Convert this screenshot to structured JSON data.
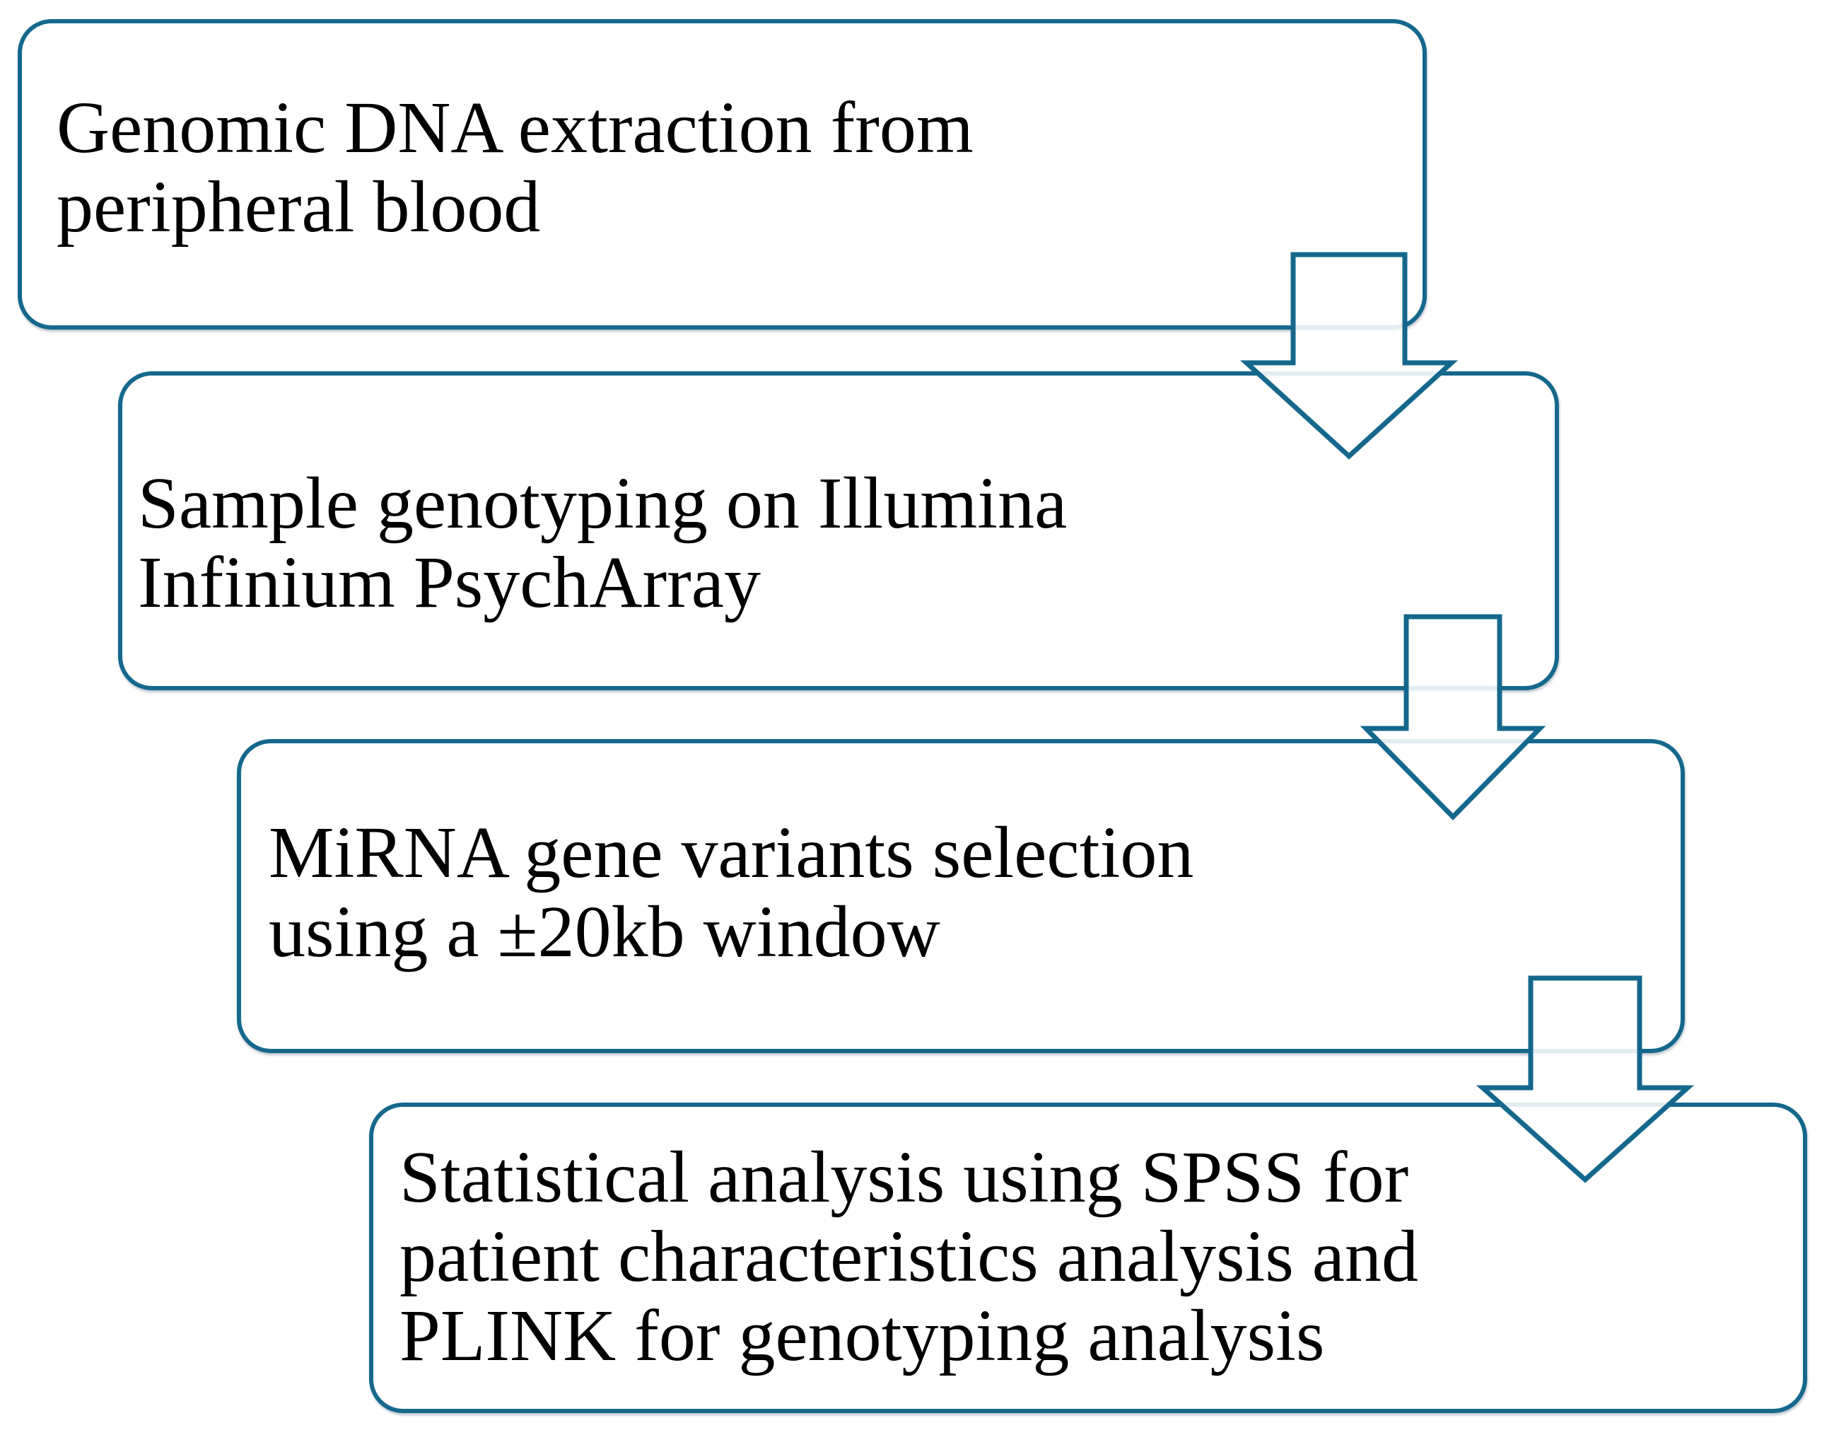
{
  "figure": {
    "type": "flowchart",
    "direction": "top-to-bottom",
    "background": "#ffffff",
    "accent_color": "#15688c",
    "text_color": "#000000",
    "steps": [
      {
        "label": "Genomic DNA extraction from peripheral blood",
        "lines": [
          "Genomic DNA extraction from",
          "peripheral blood"
        ]
      },
      {
        "label": "Sample genotyping on Illumina Infinium PsychArray",
        "lines": [
          "Sample genotyping on Illumina",
          "Infinium PsychArray"
        ]
      },
      {
        "label": "MiRNA gene variants selection using a ±20kb window",
        "lines": [
          "MiRNA gene variants selection",
          "using a ±20kb window"
        ]
      },
      {
        "label": "Statistical analysis using SPSS for patient characteristics analysis and PLINK for genotyping analysis",
        "lines": [
          "Statistical analysis using SPSS for",
          "patient characteristics analysis and",
          "PLINK for genotyping analysis"
        ]
      }
    ],
    "connectors": [
      {
        "name": "arrow-step1-to-step2",
        "shape": "block-arrow",
        "direction": "down"
      },
      {
        "name": "arrow-step2-to-step3",
        "shape": "block-arrow",
        "direction": "down"
      },
      {
        "name": "arrow-step3-to-step4",
        "shape": "block-arrow",
        "direction": "down"
      }
    ]
  }
}
